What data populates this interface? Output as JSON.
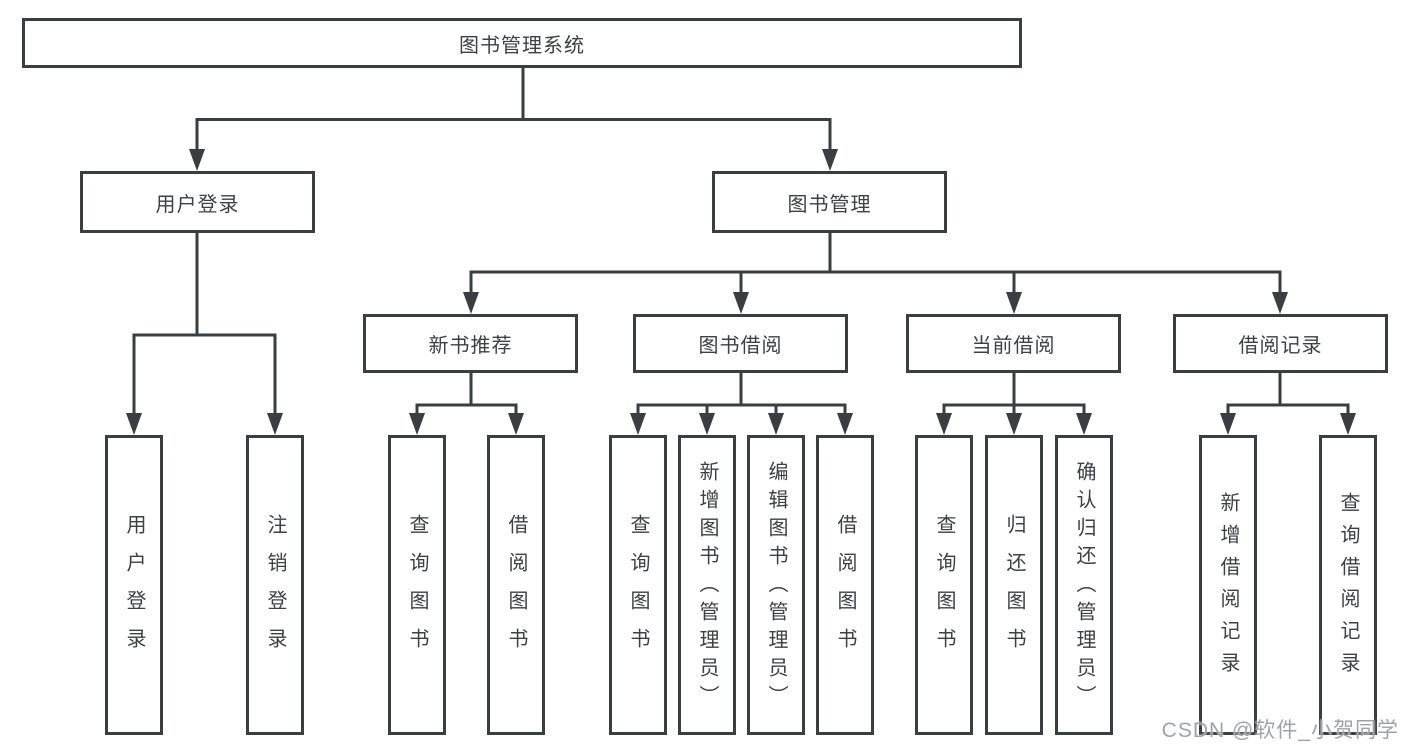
{
  "diagram": {
    "root": {
      "label": "图书管理系统"
    },
    "level2": [
      {
        "label": "用户登录"
      },
      {
        "label": "图书管理"
      }
    ],
    "level3": [
      {
        "label": "新书推荐"
      },
      {
        "label": "图书借阅"
      },
      {
        "label": "当前借阅"
      },
      {
        "label": "借阅记录"
      }
    ],
    "leaves": {
      "user_login": [
        "用户登录",
        "注销登录"
      ],
      "new_book_recommend": [
        "查询图书",
        "借阅图书"
      ],
      "book_borrow": [
        "查询图书",
        "新增图书（管理员）",
        "编辑图书（管理员）",
        "借阅图书"
      ],
      "current_borrow": [
        "查询图书",
        "归还图书",
        "确认归还（管理员）"
      ],
      "borrow_record": [
        "新增借阅记录",
        "查询借阅记录"
      ]
    }
  },
  "watermark": {
    "text": "CSDN @软件_小贺同学"
  },
  "colors": {
    "line": "#3a3d41",
    "text": "#3d4045",
    "background": "#ffffff",
    "watermark": "#9fa3a9"
  }
}
